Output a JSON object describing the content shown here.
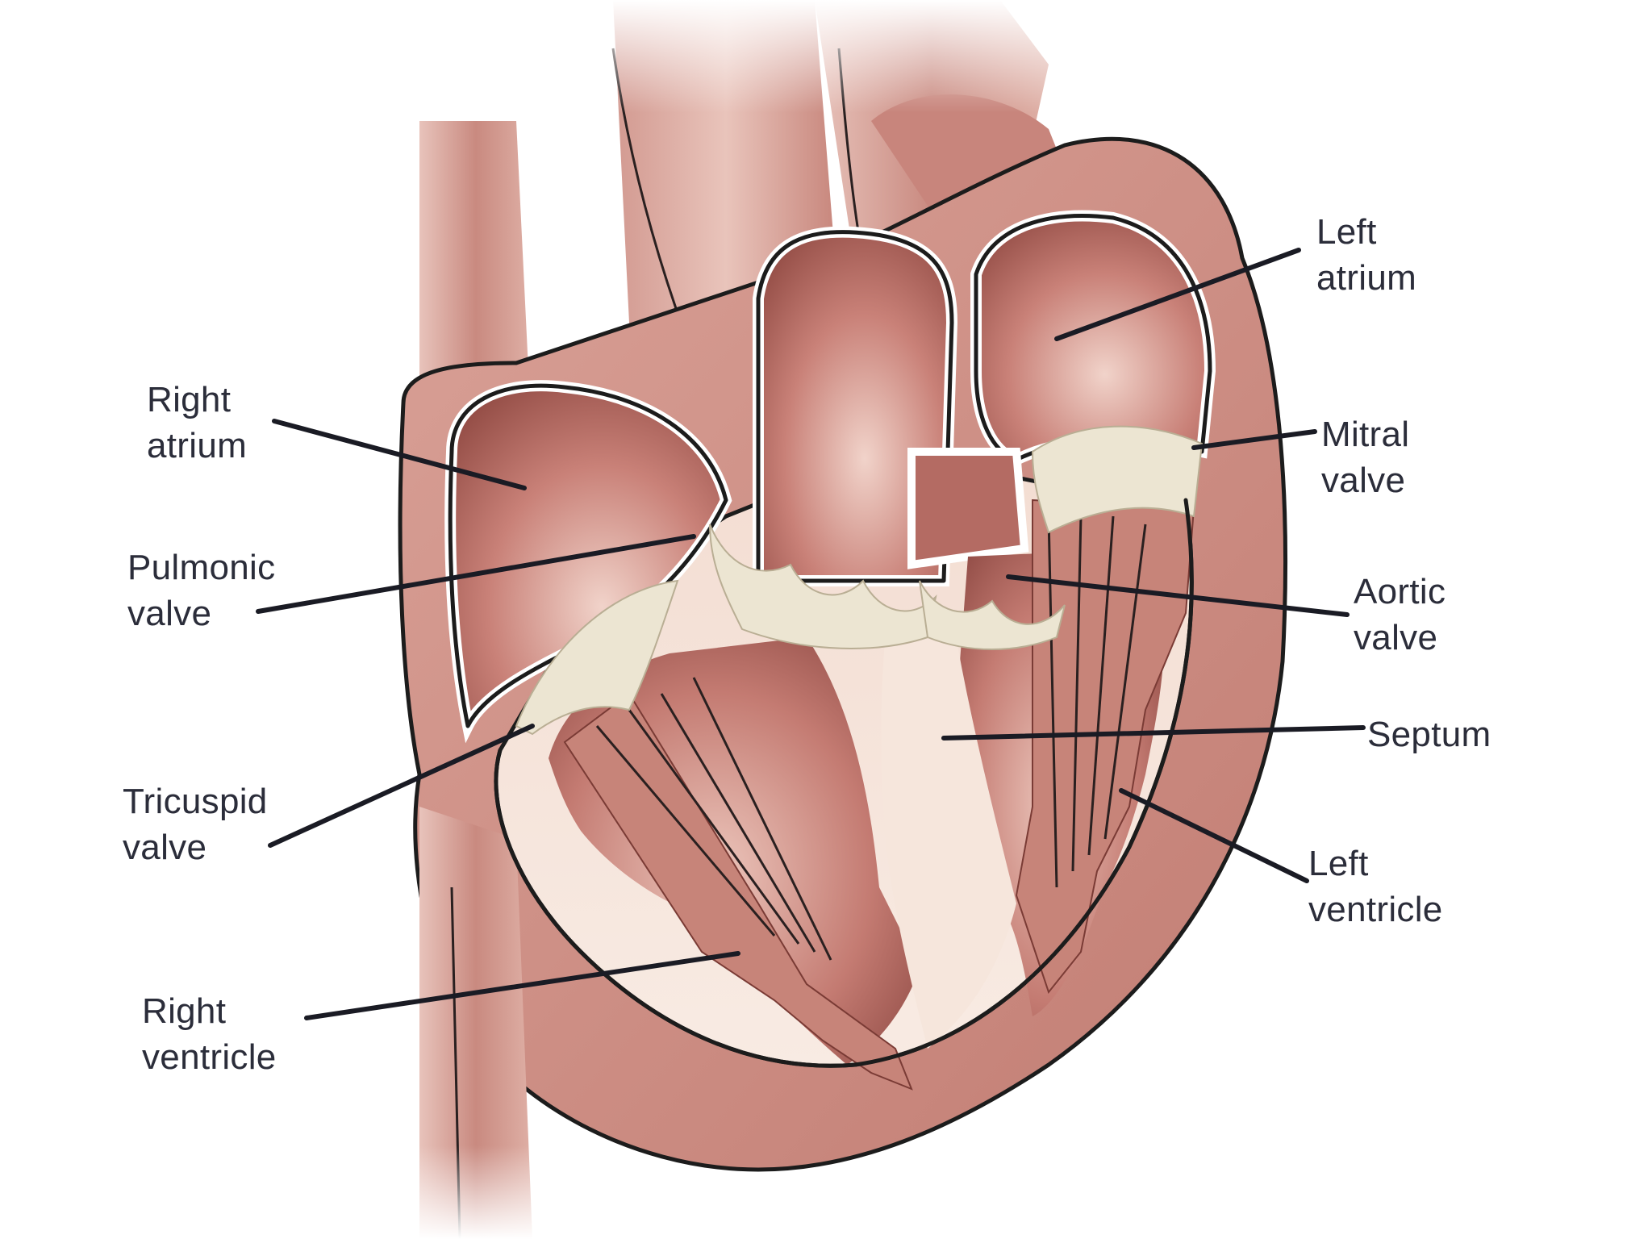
{
  "labels": {
    "right_atrium": [
      "Right",
      "atrium"
    ],
    "pulmonic_valve": [
      "Pulmonic",
      "valve"
    ],
    "tricuspid_valve": [
      "Tricuspid",
      "valve"
    ],
    "right_ventricle": [
      "Right",
      "ventricle"
    ],
    "left_atrium": [
      "Left",
      "atrium"
    ],
    "mitral_valve": [
      "Mitral",
      "valve"
    ],
    "aortic_valve": [
      "Aortic",
      "valve"
    ],
    "septum": [
      "Septum"
    ],
    "left_ventricle": [
      "Left",
      "ventricle"
    ]
  },
  "colors": {
    "muscle": "#c98a80",
    "muscle_dark": "#a45f57",
    "chamber": "#b56c64",
    "chamber_light": "#e7b9ae",
    "wall_cream": "#f6e6dc",
    "valve": "#ece5d2",
    "outline": "#1c1c1c",
    "text": "#2b2d3a"
  }
}
